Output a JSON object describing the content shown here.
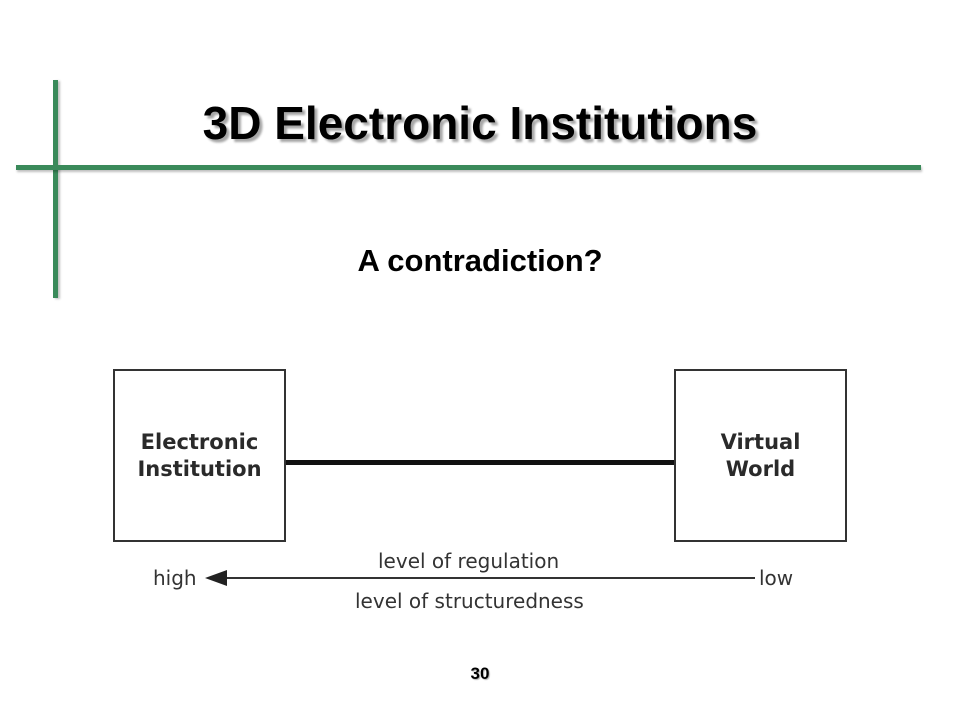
{
  "slide": {
    "title": "3D Electronic Institutions",
    "subtitle": "A contradiction?",
    "page_number": "30",
    "accent_color": "#3a8a5a"
  },
  "diagram": {
    "left_box": {
      "label": "Electronic\nInstitution"
    },
    "right_box": {
      "label": "Virtual\nWorld"
    },
    "scale": {
      "label_top": "level of regulation",
      "label_bottom": "level of structuredness",
      "left_end": "high",
      "right_end": "low",
      "direction": "right-to-left"
    }
  }
}
